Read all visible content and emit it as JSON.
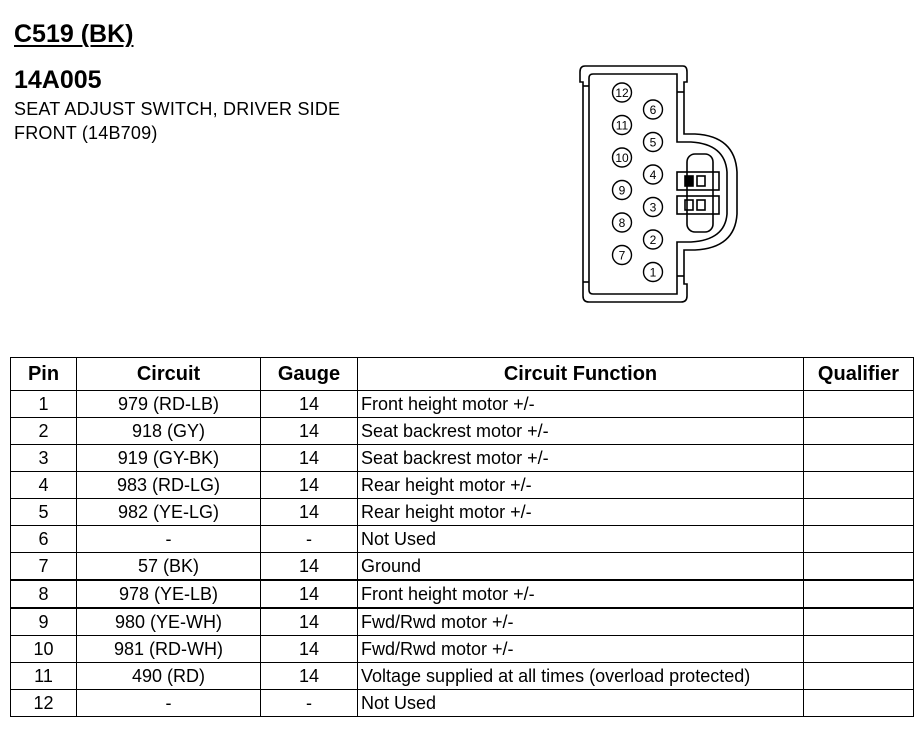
{
  "header": {
    "connector": "C519 (BK)",
    "part_number": "14A005",
    "description_line1": "SEAT ADJUST SWITCH, DRIVER SIDE",
    "description_line2": "FRONT (14B709)"
  },
  "diagram": {
    "pin_labels": [
      "1",
      "2",
      "3",
      "4",
      "5",
      "6",
      "7",
      "8",
      "9",
      "10",
      "11",
      "12"
    ]
  },
  "table": {
    "headers": {
      "pin": "Pin",
      "circuit": "Circuit",
      "gauge": "Gauge",
      "function": "Circuit Function",
      "qualifier": "Qualifier"
    },
    "rows": [
      {
        "pin": "1",
        "circuit": "979 (RD-LB)",
        "gauge": "14",
        "function": "Front height motor +/-",
        "qualifier": ""
      },
      {
        "pin": "2",
        "circuit": "918 (GY)",
        "gauge": "14",
        "function": "Seat backrest motor +/-",
        "qualifier": ""
      },
      {
        "pin": "3",
        "circuit": "919 (GY-BK)",
        "gauge": "14",
        "function": "Seat backrest motor +/-",
        "qualifier": ""
      },
      {
        "pin": "4",
        "circuit": "983 (RD-LG)",
        "gauge": "14",
        "function": "Rear height motor +/-",
        "qualifier": ""
      },
      {
        "pin": "5",
        "circuit": "982 (YE-LG)",
        "gauge": "14",
        "function": "Rear height motor +/-",
        "qualifier": ""
      },
      {
        "pin": "6",
        "circuit": "-",
        "gauge": "-",
        "function": "Not Used",
        "qualifier": ""
      },
      {
        "pin": "7",
        "circuit": "57 (BK)",
        "gauge": "14",
        "function": "Ground",
        "qualifier": ""
      },
      {
        "pin": "8",
        "circuit": "978 (YE-LB)",
        "gauge": "14",
        "function": "Front height motor +/-",
        "qualifier": ""
      },
      {
        "pin": "9",
        "circuit": "980 (YE-WH)",
        "gauge": "14",
        "function": "Fwd/Rwd motor +/-",
        "qualifier": ""
      },
      {
        "pin": "10",
        "circuit": "981 (RD-WH)",
        "gauge": "14",
        "function": "Fwd/Rwd motor +/-",
        "qualifier": ""
      },
      {
        "pin": "11",
        "circuit": "490 (RD)",
        "gauge": "14",
        "function": "Voltage supplied at all times (overload protected)",
        "qualifier": ""
      },
      {
        "pin": "12",
        "circuit": "-",
        "gauge": "-",
        "function": "Not Used",
        "qualifier": ""
      }
    ]
  }
}
